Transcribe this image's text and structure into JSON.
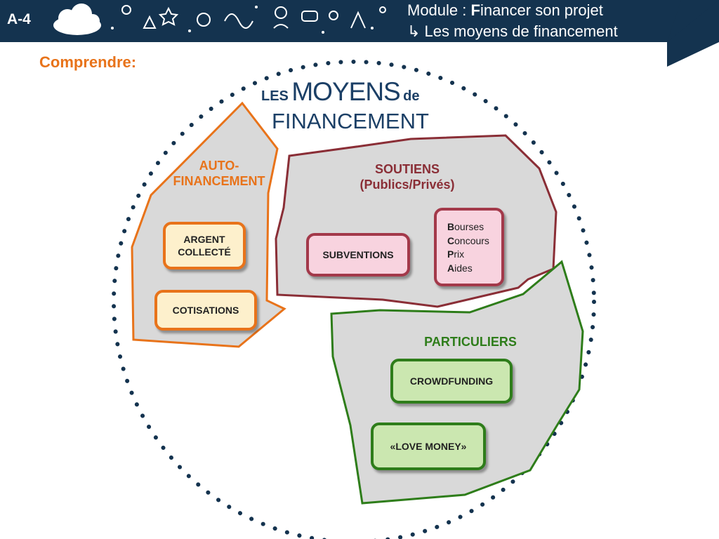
{
  "header": {
    "code": "A-4",
    "module_prefix": "Module : ",
    "module_initial": "F",
    "module_rest": "inancer son projet",
    "subtitle": "↳ Les moyens de financement"
  },
  "section_title": "Comprendre:",
  "diagram": {
    "title_les": "LES",
    "title_moyens": "MOYENS",
    "title_de": "de",
    "title_line2": "FINANCEMENT",
    "auto": {
      "label_line1": "AUTO-",
      "label_line2": "FINANCEMENT",
      "items": [
        "ARGENT\nCOLLECTÉ",
        "COTISATIONS"
      ]
    },
    "soutiens": {
      "label_line1": "SOUTIENS",
      "label_line2": "(Publics/Privés)",
      "subventions": "SUBVENTIONS",
      "list": [
        {
          "initial": "B",
          "rest": "ourses"
        },
        {
          "initial": "C",
          "rest": "oncours"
        },
        {
          "initial": "P",
          "rest": "rix"
        },
        {
          "initial": "A",
          "rest": "ides"
        }
      ]
    },
    "particuliers": {
      "label": "PARTICULIERS",
      "items": [
        "CROWDFUNDING",
        "«LOVE MONEY»"
      ]
    },
    "colors": {
      "header_bg": "#14334f",
      "auto": "#e8731a",
      "soutiens": "#a3394a",
      "particuliers": "#2e7d1a",
      "title": "#1b3f66",
      "dots": "#14334f",
      "region_fill": "#d9d9d9"
    }
  }
}
